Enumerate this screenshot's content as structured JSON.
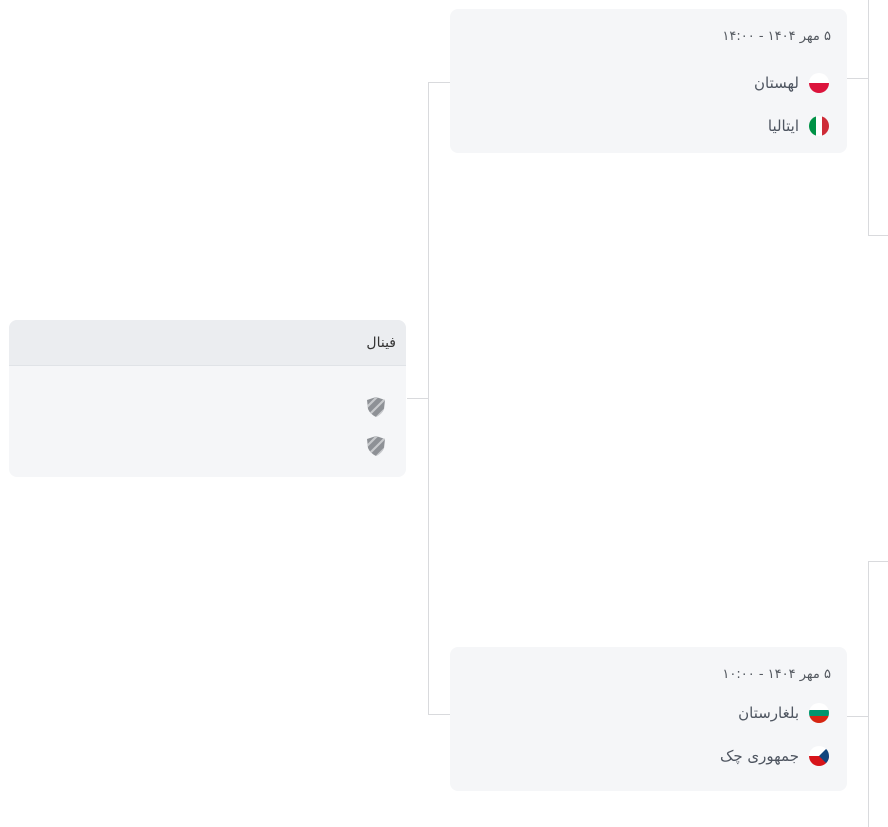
{
  "matches": {
    "top": {
      "date": "۵ مهر ۱۴۰۴ - ۱۴:۰۰",
      "team1": {
        "name": "لهستان",
        "flag": "poland-flag-icon",
        "colors": [
          "#ffffff",
          "#dc143c"
        ]
      },
      "team2": {
        "name": "ایتالیا",
        "flag": "italy-flag-icon",
        "colors": [
          "#009246",
          "#ffffff",
          "#ce2b37"
        ]
      }
    },
    "bottom": {
      "date": "۵ مهر ۱۴۰۴ - ۱۰:۰۰",
      "team1": {
        "name": "بلغارستان",
        "flag": "bulgaria-flag-icon",
        "colors": [
          "#ffffff",
          "#00966e",
          "#d62612"
        ]
      },
      "team2": {
        "name": "جمهوری چک",
        "flag": "czech-flag-icon",
        "colors": [
          "#11457e",
          "#ffffff",
          "#d7141a"
        ]
      }
    }
  },
  "final": {
    "title": "فینال",
    "placeholder_icon": "shield-placeholder-icon"
  },
  "colors": {
    "card_bg": "#f5f6f8",
    "header_bg": "#ebedf0",
    "connector": "#d9dadd"
  }
}
